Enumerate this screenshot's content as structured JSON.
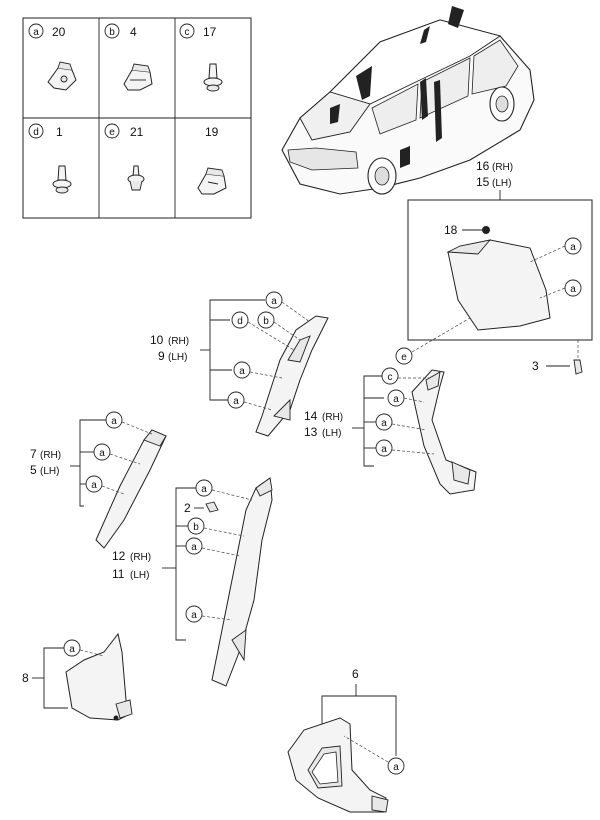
{
  "legend": {
    "cells": [
      {
        "code": "a",
        "qty": "20",
        "icon": "clip-a-icon"
      },
      {
        "code": "b",
        "qty": "4",
        "icon": "clip-b-icon"
      },
      {
        "code": "c",
        "qty": "17",
        "icon": "push-pin-c-icon"
      },
      {
        "code": "d",
        "qty": "1",
        "icon": "push-pin-d-icon"
      },
      {
        "code": "e",
        "qty": "21",
        "icon": "clip-e-icon"
      },
      {
        "code": "",
        "qty": "19",
        "icon": "clip-19-icon"
      }
    ]
  },
  "callouts": {
    "a": "a",
    "b": "b",
    "c": "c",
    "d": "d",
    "e": "e"
  },
  "labels": {
    "p16": "16",
    "p15": "15",
    "p18": "18",
    "p3": "3",
    "p10": "10",
    "p9": "9",
    "p14": "14",
    "p13": "13",
    "p7": "7",
    "p5": "5",
    "p2": "2",
    "p12": "12",
    "p11": "11",
    "p8": "8",
    "p6": "6",
    "rh": "(RH)",
    "lh": "(LH)"
  }
}
